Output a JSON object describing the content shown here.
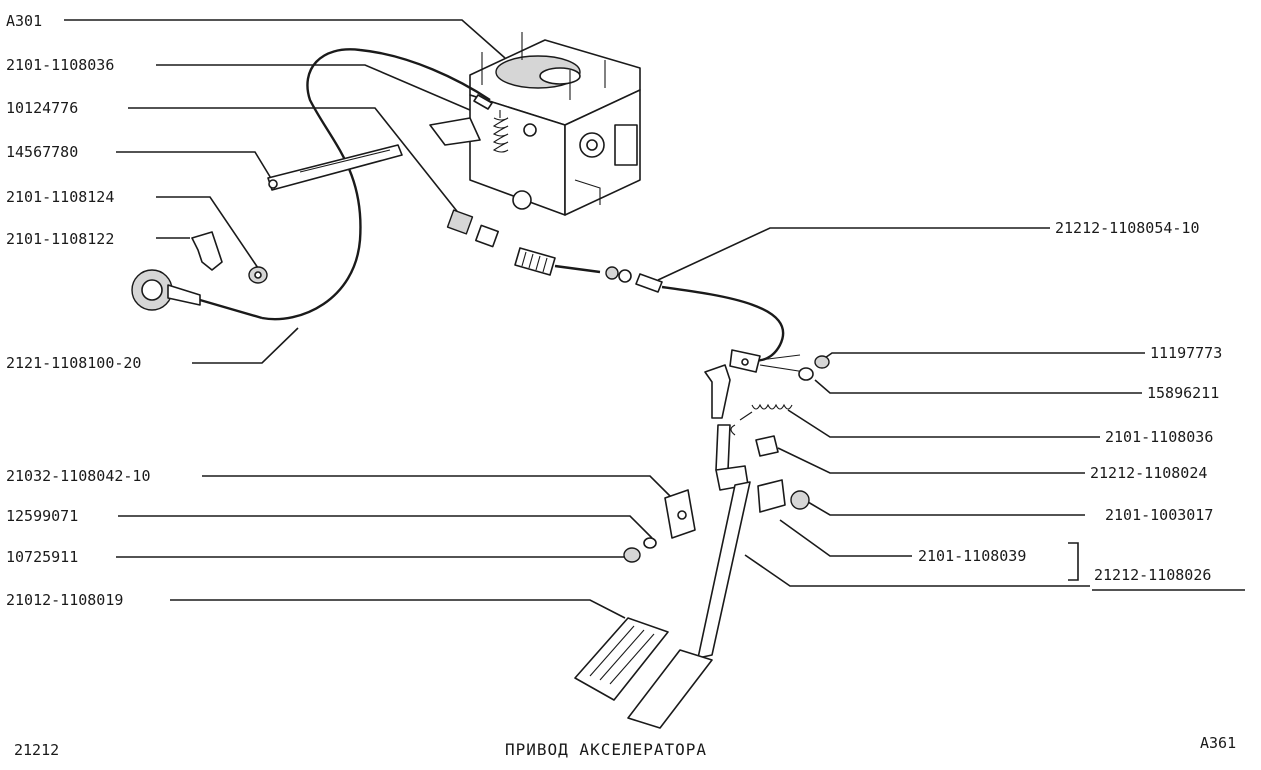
{
  "title": "ПРИВОД АКСЕЛЕРАТОРА",
  "model": "21212",
  "page_code": "A361",
  "labels_left": [
    {
      "id": "a301",
      "text": "A301"
    },
    {
      "id": "p2101_1108036_top",
      "text": "2101-1108036"
    },
    {
      "id": "p10124776",
      "text": "10124776"
    },
    {
      "id": "p14567780",
      "text": "14567780"
    },
    {
      "id": "p2101_1108124",
      "text": "2101-1108124"
    },
    {
      "id": "p2101_1108122",
      "text": "2101-1108122"
    },
    {
      "id": "p2121_1108100_20",
      "text": "2121-1108100-20"
    },
    {
      "id": "p21032_1108042_10",
      "text": "21032-1108042-10"
    },
    {
      "id": "p12599071",
      "text": "12599071"
    },
    {
      "id": "p10725911",
      "text": "10725911"
    },
    {
      "id": "p21012_1108019",
      "text": "21012-1108019"
    }
  ],
  "labels_right": [
    {
      "id": "p21212_1108054_10",
      "text": "21212-1108054-10"
    },
    {
      "id": "p11197773",
      "text": "11197773"
    },
    {
      "id": "p15896211",
      "text": "15896211"
    },
    {
      "id": "p2101_1108036_low",
      "text": "2101-1108036"
    },
    {
      "id": "p21212_1108024",
      "text": "21212-1108024"
    },
    {
      "id": "p2101_1003017",
      "text": "2101-1003017"
    },
    {
      "id": "p2101_1108039",
      "text": "2101-1108039"
    },
    {
      "id": "p21212_1108026",
      "text": "21212-1108026"
    }
  ]
}
